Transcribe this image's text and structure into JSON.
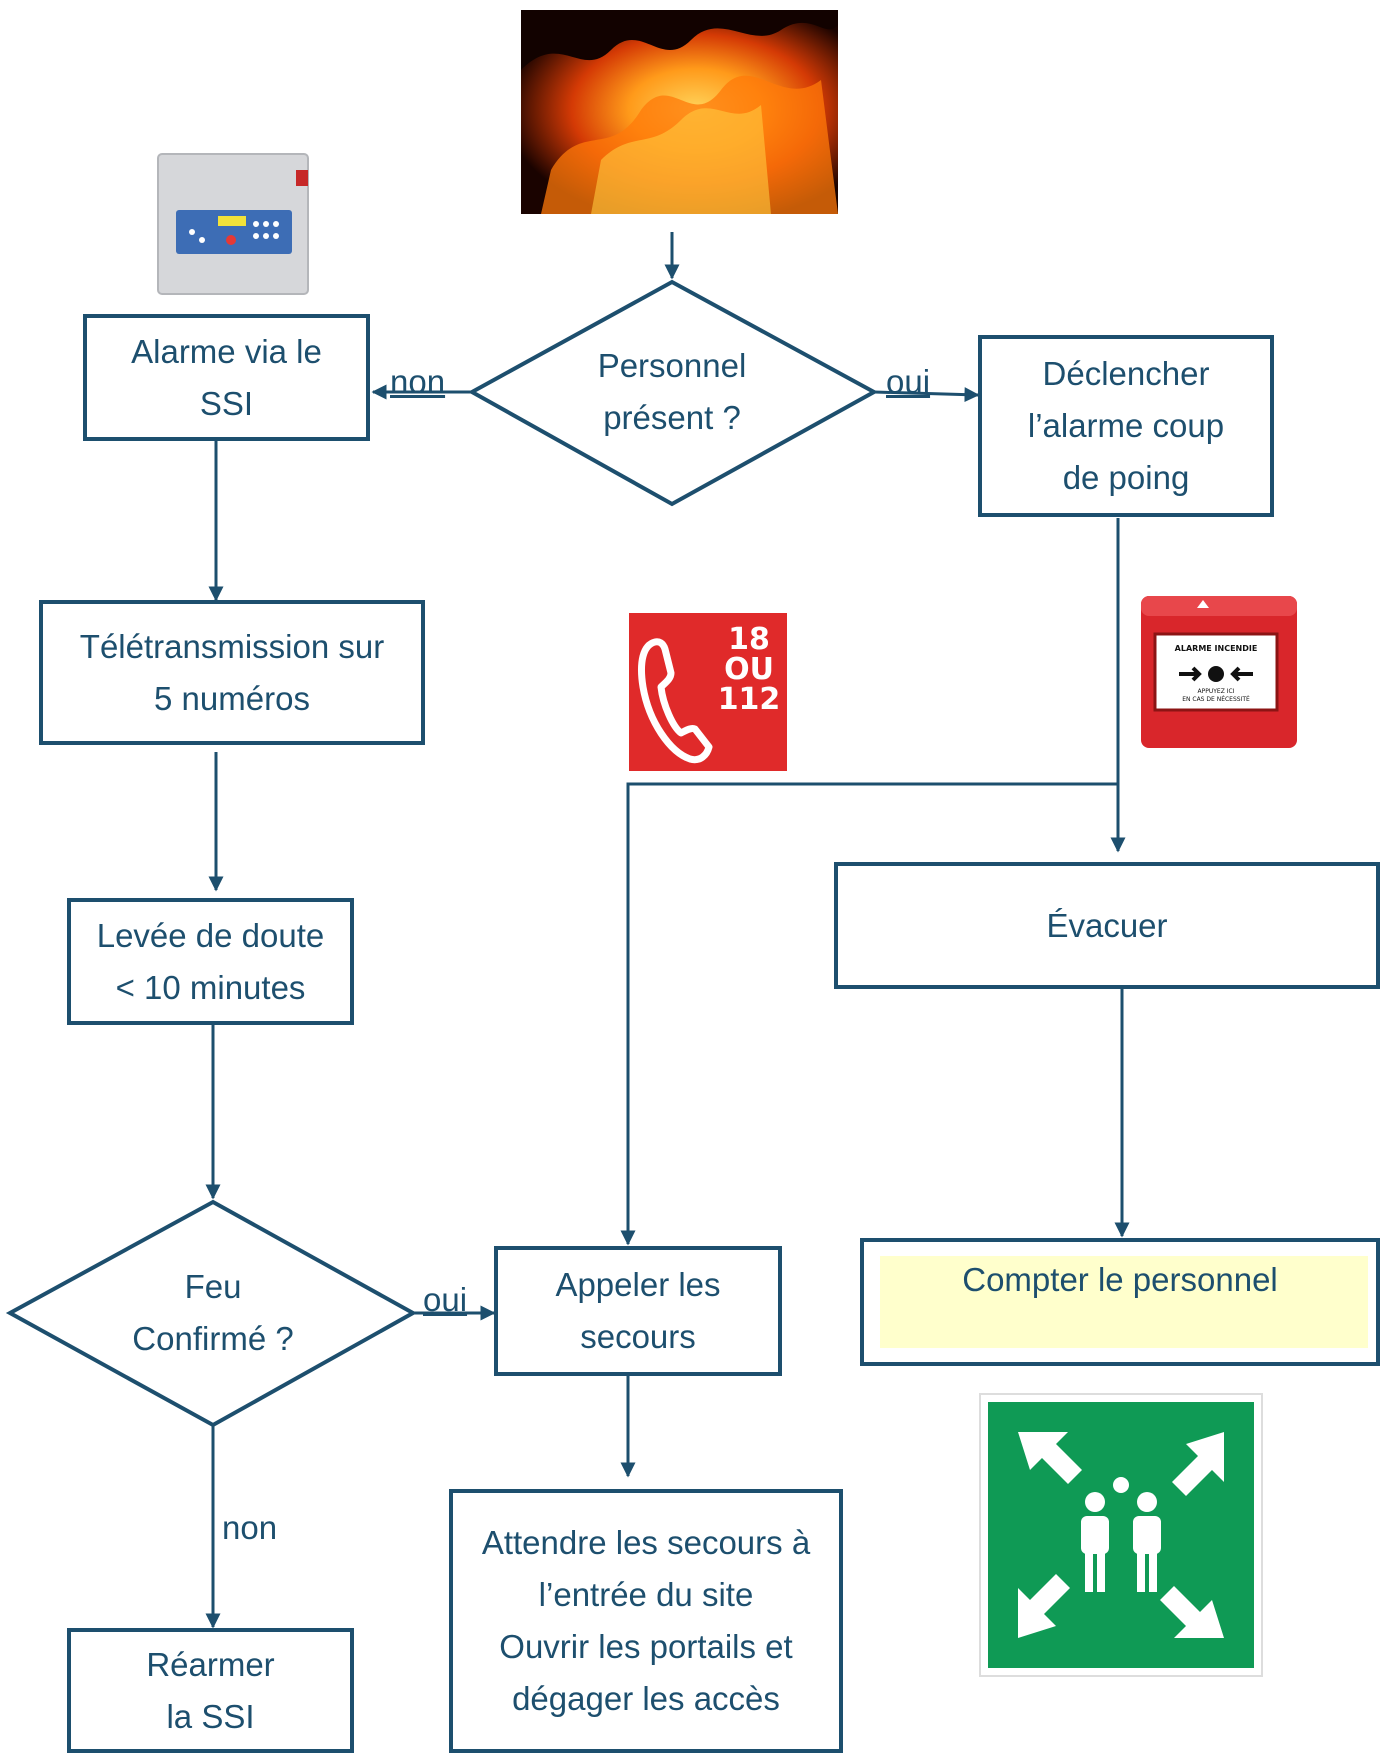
{
  "colors": {
    "line": "#1d4f6e",
    "emergency_red": "#e02a2a",
    "assembly_green": "#0f9a55",
    "highlight_yellow": "#ffffcc"
  },
  "decision_personnel": {
    "line1": "Personnel",
    "line2": "présent ?"
  },
  "decision_feu": {
    "line1": "Feu",
    "line2": "Confirmé ?"
  },
  "labels": {
    "non_top": "non",
    "oui_top": "oui",
    "oui_bottom": "oui",
    "non_bottom": "non"
  },
  "boxes": {
    "alarme_ssi": [
      "Alarme via le",
      "SSI"
    ],
    "declencher": [
      "Déclencher",
      "l’alarme coup",
      "de poing"
    ],
    "teletransmission": [
      "Télétransmission sur",
      "5 numéros"
    ],
    "levee": [
      "Levée de doute",
      "< 10 minutes"
    ],
    "evacuer": [
      "Évacuer"
    ],
    "compter": [
      "Compter le personnel"
    ],
    "appeler": [
      "Appeler les",
      "secours"
    ],
    "attendre": [
      "Attendre les secours à",
      "l’entrée du site",
      "Ouvrir les portails et",
      "dégager les accès"
    ],
    "rearmer": [
      "Réarmer",
      "la SSI"
    ]
  },
  "emergency_sign": {
    "icon": "phone-icon",
    "line1": "18",
    "line2": "OU",
    "line3": "112"
  },
  "call_point": {
    "title": "ALARME INCENDIE",
    "subtitle1": "APPUYEZ ICI",
    "subtitle2": "EN CAS DE NÉCESSITÉ"
  },
  "icons": {
    "fire": "fire-image",
    "panel": "fire-alarm-panel-image",
    "callpoint": "manual-call-point-image",
    "assembly": "assembly-point-sign"
  }
}
